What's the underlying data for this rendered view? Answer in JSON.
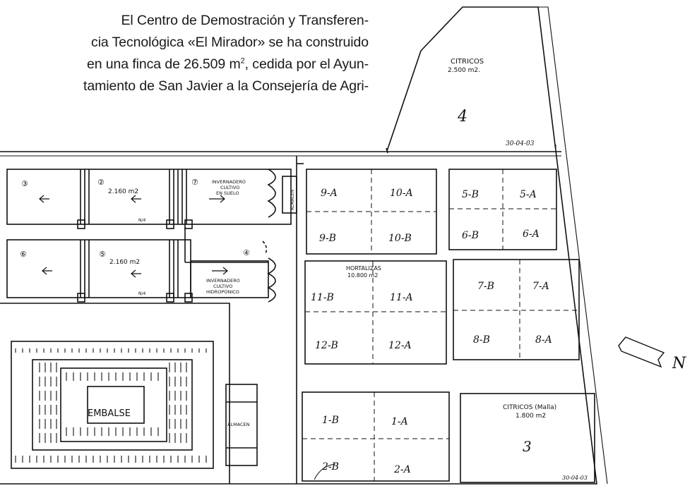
{
  "intro": {
    "line1": "El Centro de Demostración y Transferen-",
    "line2": "cia Tecnológica «El Mirador» se ha construido",
    "line3_pre": "en una finca de 26.509 m",
    "line3_sup": "2",
    "line3_post": ", cedida por el Ayun-",
    "line4": "tamiento de San Javier a la Consejería de Agri-"
  },
  "plan": {
    "citricos_4": {
      "title": "CITRICOS",
      "area": "2.500 m2.",
      "number": "4",
      "date": "30-04-03"
    },
    "citricos_3": {
      "title": "CITRICOS (Malla)",
      "area": "1.800 m2",
      "number": "3",
      "date": "30-04-03"
    },
    "hortalizas": {
      "title": "HORTALIZAS",
      "area": "10.800 m2"
    },
    "greenhouses": {
      "top_area": "2.160 m2",
      "bottom_area": "2.160 m2",
      "num_3": "③",
      "num_2": "②",
      "num_7": "⑦",
      "num_6": "⑥",
      "num_5": "⑤",
      "num_4": "④",
      "suelo": [
        "INVERNADERO",
        "CULTIVO",
        "EN SUELO"
      ],
      "hidro": [
        "INVERNADERO",
        "CULTIVO",
        "HIDROPONICO"
      ],
      "nave_label": "ALMACEN",
      "n_label": "N/4"
    },
    "plots_top": [
      "9-A",
      "10-A",
      "9-B",
      "10-B"
    ],
    "plots_right_top": [
      "5-B",
      "5-A",
      "6-B",
      "6-A"
    ],
    "plots_mid": [
      "11-B",
      "11-A",
      "12-B",
      "12-A"
    ],
    "plots_right_mid": [
      "7-B",
      "7-A",
      "8-B",
      "8-A"
    ],
    "plots_bottom": [
      "1-B",
      "1-A",
      "2-B",
      "2-A"
    ],
    "embalse": "EMBALSE",
    "almacen": "ALMACEN",
    "north": "N"
  }
}
